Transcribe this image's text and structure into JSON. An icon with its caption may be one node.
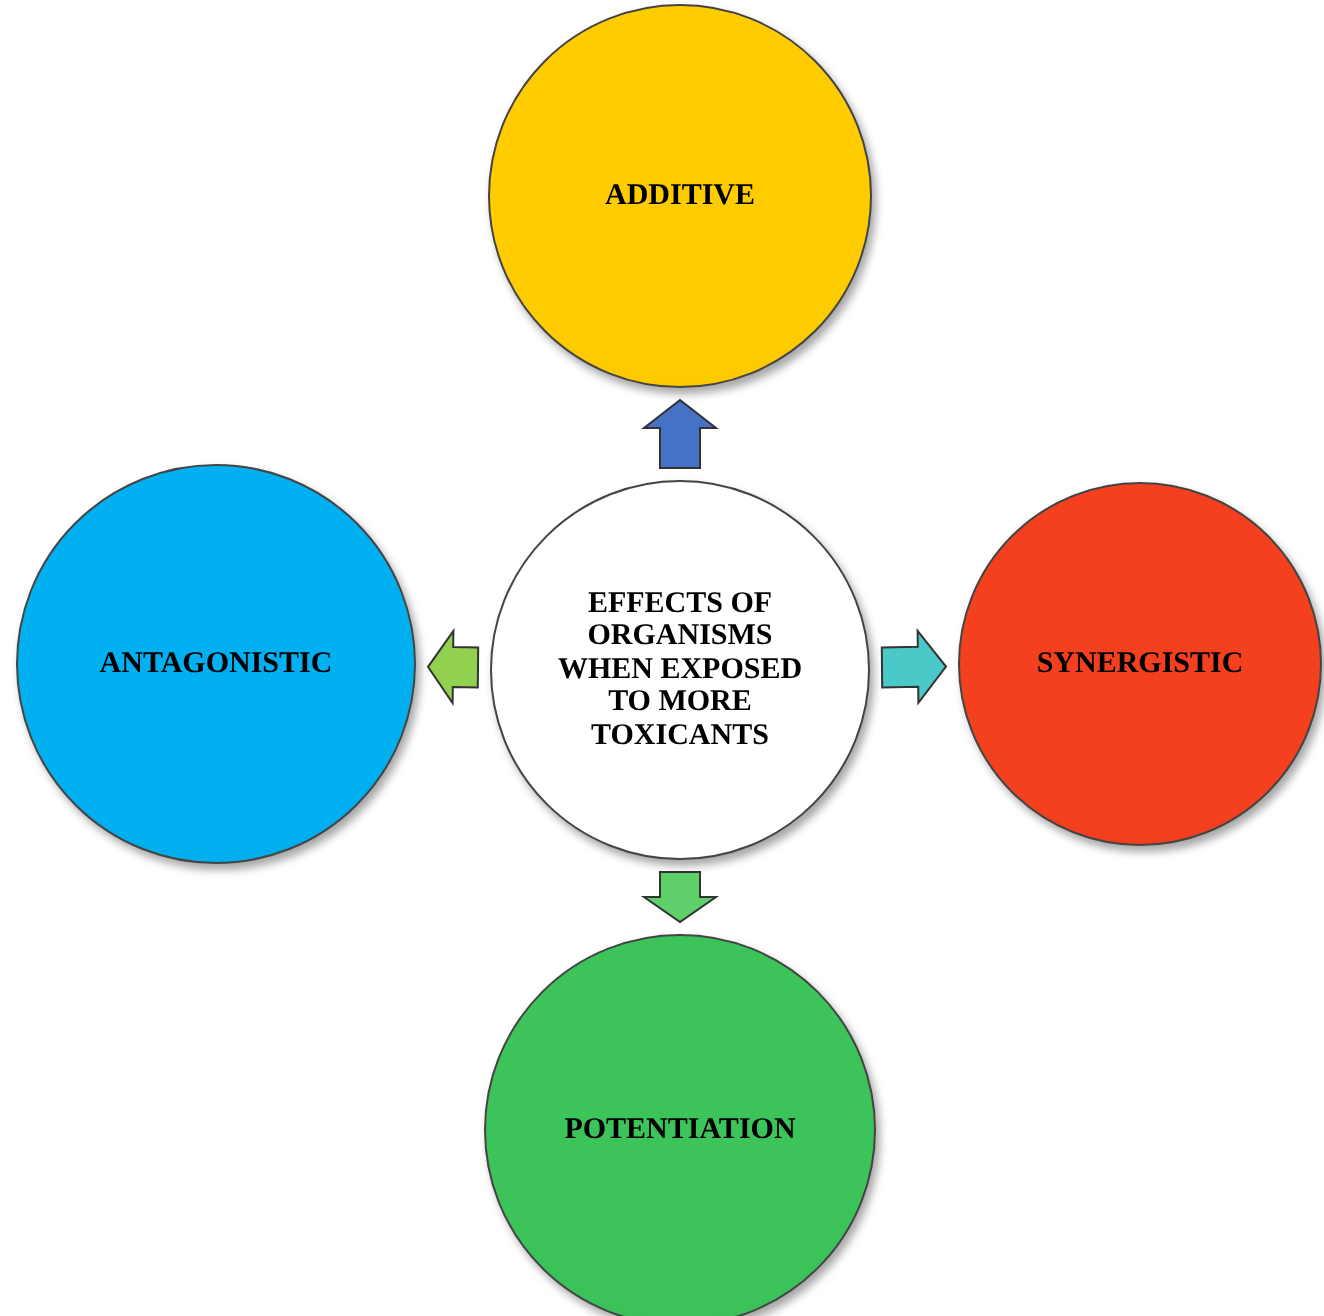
{
  "diagram": {
    "nodes": [
      {
        "text": [
          "EFFECTS OF ORGANISMS WHEN EXPOSED TO MORE TOXICANTS"
        ]
      },
      {
        "text": [
          "ADDITIVE"
        ]
      },
      {
        "text": [
          "ANTAGONISTIC"
        ]
      },
      {
        "text": [
          "SYNERGISTIC"
        ]
      },
      {
        "text": [
          "POTENTIATION"
        ]
      }
    ],
    "edges": [
      {
        "from": 0,
        "to": 1,
        "arrow": "to",
        "color": "#4472c4"
      },
      {
        "from": 0,
        "to": 2,
        "arrow": "to",
        "color": "#92d050"
      },
      {
        "from": 0,
        "to": 3,
        "arrow": "to",
        "color": "#4bc8c8"
      },
      {
        "from": 0,
        "to": 4,
        "arrow": "to",
        "color": "#5fcf6a"
      }
    ]
  }
}
